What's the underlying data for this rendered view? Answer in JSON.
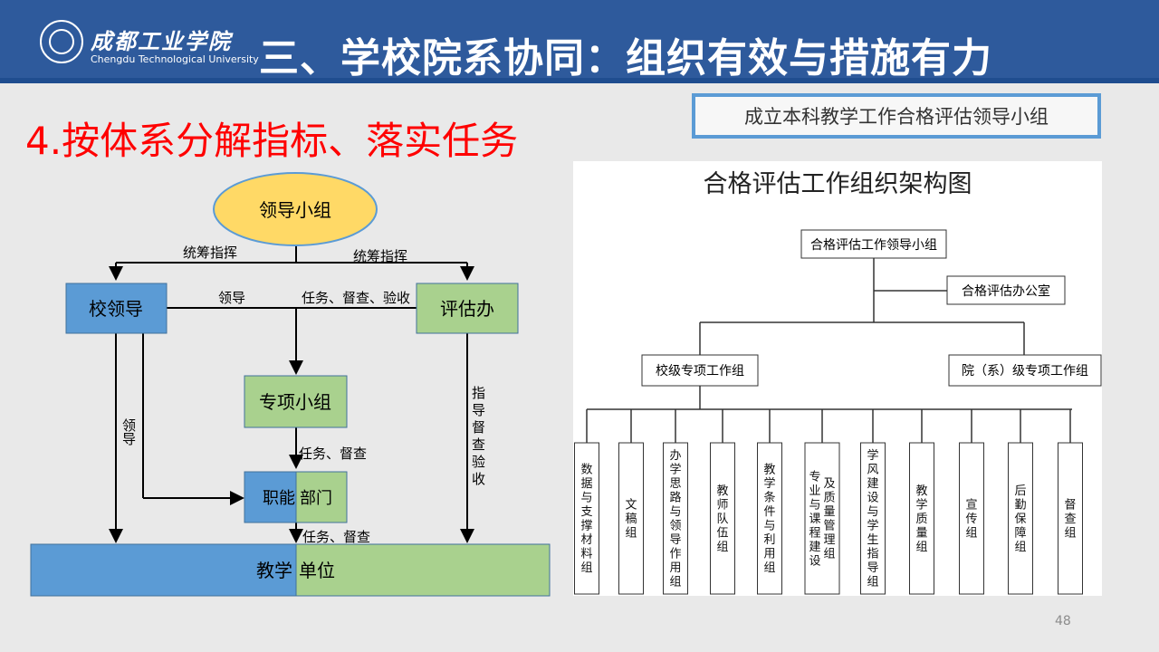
{
  "header": {
    "logo_cn": "成都工业学院",
    "logo_en": "Chengdu Technological University",
    "title": "三、学校院系协同：组织有效与措施有力"
  },
  "subtitle": "4.按体系分解指标、落实任务",
  "badge": "成立本科教学工作合格评估领导小组",
  "flow": {
    "leader_group": "领导小组",
    "coord_left": "统筹指挥",
    "coord_right": "统筹指挥",
    "school_leaders": "校领导",
    "eval_office": "评估办",
    "lead_label": "领导",
    "tasks_label": "任务、督查、验收",
    "special_group": "专项小组",
    "lead_vertical": "领导",
    "guide_vertical": "指导督查验收",
    "tasks_check_1": "任务、督查",
    "func_left": "职能",
    "func_right": "部门",
    "tasks_check_2": "任务、督查",
    "teach_left": "教学",
    "teach_right": "单位"
  },
  "org": {
    "title": "合格评估工作组织架构图",
    "root": "合格评估工作领导小组",
    "office": "合格评估办公室",
    "school_group": "校级专项工作组",
    "dept_group": "院（系）级专项工作组",
    "leaves": [
      "数据与支撑材料组",
      "文稿组",
      "办学思路与领导作用组",
      "教师队伍组",
      "教学条件与利用组",
      "专业与课程建设及质量管理组",
      "学风建设与学生指导组",
      "教学质量组",
      "宣传组",
      "后勤保障组",
      "督查组"
    ]
  },
  "page_number": "48",
  "colors": {
    "header": "#2e5a9c",
    "accent_red": "#ff0000",
    "blue_box": "#5b9bd5",
    "green_box": "#a9d18e",
    "yellow_ellipse": "#ffd966"
  }
}
